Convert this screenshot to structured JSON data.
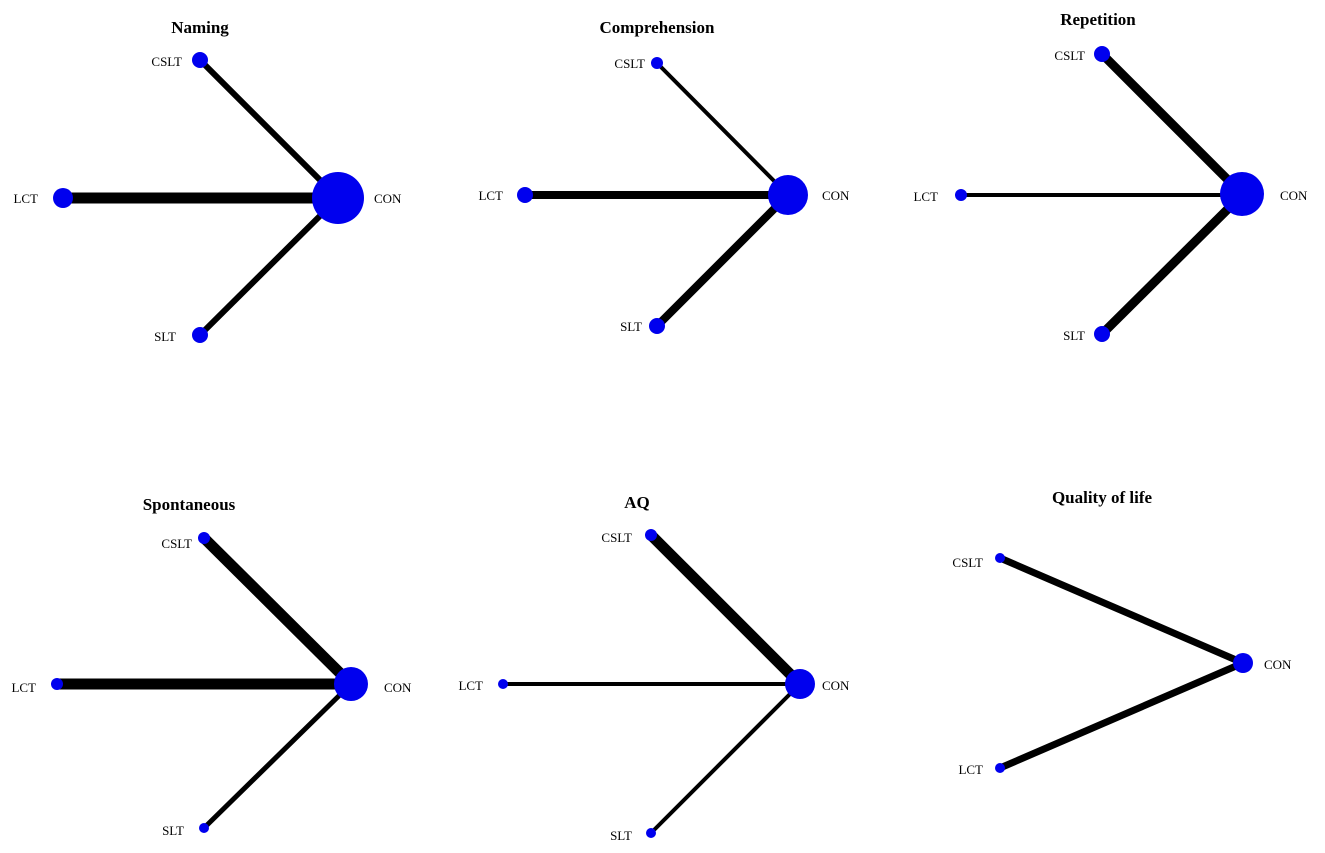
{
  "colors": {
    "node": "#0000ee",
    "edge": "#000000",
    "background": "#ffffff"
  },
  "panels": [
    {
      "title": "Naming",
      "center": "CON",
      "nodes": [
        {
          "id": "CSLT",
          "label": "CSLT"
        },
        {
          "id": "LCT",
          "label": "LCT"
        },
        {
          "id": "SLT",
          "label": "SLT"
        },
        {
          "id": "CON",
          "label": "CON"
        }
      ],
      "edges": [
        {
          "from": "CSLT",
          "to": "CON",
          "weight": 2
        },
        {
          "from": "LCT",
          "to": "CON",
          "weight": 4
        },
        {
          "from": "SLT",
          "to": "CON",
          "weight": 2
        }
      ]
    },
    {
      "title": "Comprehension",
      "center": "CON",
      "nodes": [
        {
          "id": "CSLT",
          "label": "CSLT"
        },
        {
          "id": "LCT",
          "label": "LCT"
        },
        {
          "id": "SLT",
          "label": "SLT"
        },
        {
          "id": "CON",
          "label": "CON"
        }
      ],
      "edges": [
        {
          "from": "CSLT",
          "to": "CON",
          "weight": 1
        },
        {
          "from": "LCT",
          "to": "CON",
          "weight": 3
        },
        {
          "from": "SLT",
          "to": "CON",
          "weight": 3
        }
      ]
    },
    {
      "title": "Repetition",
      "center": "CON",
      "nodes": [
        {
          "id": "CSLT",
          "label": "CSLT"
        },
        {
          "id": "LCT",
          "label": "LCT"
        },
        {
          "id": "SLT",
          "label": "SLT"
        },
        {
          "id": "CON",
          "label": "CON"
        }
      ],
      "edges": [
        {
          "from": "CSLT",
          "to": "CON",
          "weight": 3
        },
        {
          "from": "LCT",
          "to": "CON",
          "weight": 1
        },
        {
          "from": "SLT",
          "to": "CON",
          "weight": 3
        }
      ]
    },
    {
      "title": "Spontaneous",
      "center": "CON",
      "nodes": [
        {
          "id": "CSLT",
          "label": "CSLT"
        },
        {
          "id": "LCT",
          "label": "LCT"
        },
        {
          "id": "SLT",
          "label": "SLT"
        },
        {
          "id": "CON",
          "label": "CON"
        }
      ],
      "edges": [
        {
          "from": "CSLT",
          "to": "CON",
          "weight": 4
        },
        {
          "from": "LCT",
          "to": "CON",
          "weight": 4
        },
        {
          "from": "SLT",
          "to": "CON",
          "weight": 2
        }
      ]
    },
    {
      "title": "AQ",
      "center": "CON",
      "nodes": [
        {
          "id": "CSLT",
          "label": "CSLT"
        },
        {
          "id": "LCT",
          "label": "LCT"
        },
        {
          "id": "SLT",
          "label": "SLT"
        },
        {
          "id": "CON",
          "label": "CON"
        }
      ],
      "edges": [
        {
          "from": "CSLT",
          "to": "CON",
          "weight": 4
        },
        {
          "from": "LCT",
          "to": "CON",
          "weight": 1
        },
        {
          "from": "SLT",
          "to": "CON",
          "weight": 1
        }
      ]
    },
    {
      "title": "Quality of life",
      "center": "CON",
      "nodes": [
        {
          "id": "CSLT",
          "label": "CSLT"
        },
        {
          "id": "LCT",
          "label": "LCT"
        },
        {
          "id": "CON",
          "label": "CON"
        }
      ],
      "edges": [
        {
          "from": "CSLT",
          "to": "CON",
          "weight": 2
        },
        {
          "from": "LCT",
          "to": "CON",
          "weight": 2
        }
      ]
    }
  ]
}
